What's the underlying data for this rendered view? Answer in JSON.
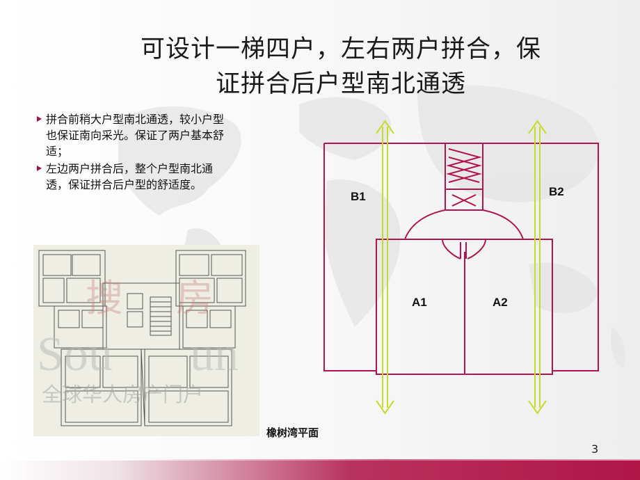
{
  "slide": {
    "title_line1": "可设计一梯四户，左右两户拼合，保",
    "title_line2": "证拼合后户型南北通透",
    "bullets": [
      {
        "text": "拼合前稍大户型南北通透，较小户型也保证南向采光。保证了两户基本舒适；"
      },
      {
        "text": "左边两户拼合后，整个户型南北通透，保证拼合后户型的舒适度。"
      }
    ],
    "floorplan_caption": "橡树湾平面",
    "page_number": "3",
    "accent_color": "#a3124a",
    "arrow_color": "#c6dc2a"
  },
  "diagram": {
    "labels": {
      "b1": "B1",
      "b2": "B2",
      "a1": "A1",
      "a2": "A2"
    },
    "line_color": "#b0134f"
  },
  "floorplan": {
    "watermark": "全球华人房产门户"
  }
}
